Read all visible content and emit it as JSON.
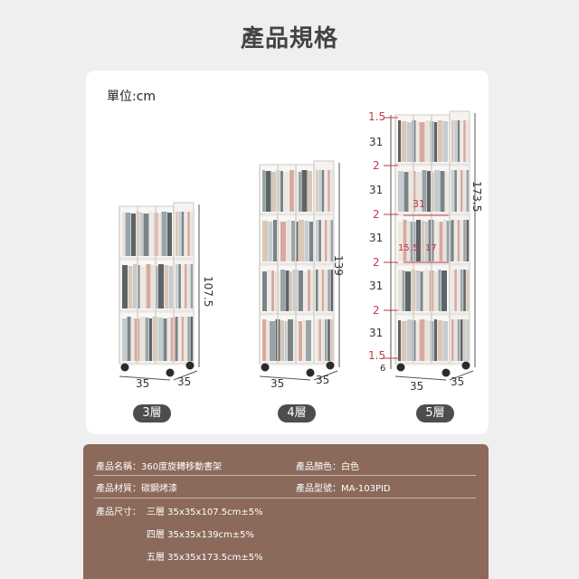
{
  "title": "產品規格",
  "unit": "單位:cm",
  "shelves": [
    {
      "tiers": 3,
      "height": "107.5",
      "width": "35",
      "depth": "35",
      "label": "3層"
    },
    {
      "tiers": 4,
      "height": "139",
      "width": "35",
      "depth": "35",
      "label": "4層"
    },
    {
      "tiers": 5,
      "height": "173.5",
      "width": "35",
      "depth": "35",
      "label": "5層"
    }
  ],
  "five_tier_dims": {
    "top": "1.5",
    "tier": "31",
    "gap": "2",
    "bottom": "1.5",
    "wheel": "6",
    "inner_width": "31",
    "inner_a": "15.5",
    "inner_b": "17"
  },
  "spec": {
    "name": "產品名稱：360度旋轉移動書架",
    "color": "產品顏色：白色",
    "material": "產品材質：碳鋼烤漆",
    "model": "產品型號：MA-103PID",
    "size_label": "產品尺寸：",
    "sizes": [
      "三層 35x35x107.5cm±5%",
      "四層 35x35x139cm±5%",
      "五層 35x35x173.5cm±5%"
    ]
  },
  "colors": {
    "accent": "#c23a4a",
    "panel": "#8b6a5b",
    "pill": "#4d4d4d"
  }
}
